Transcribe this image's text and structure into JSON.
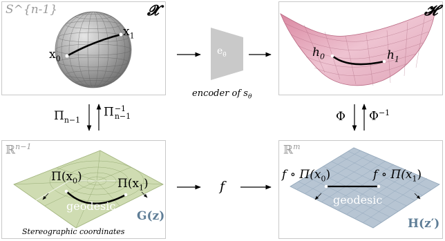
{
  "top_left": {
    "corner_label": "S^{n-1}",
    "space_symbol": "𝓧",
    "point_start": "x",
    "point_start_sub": "0",
    "point_end": "x",
    "point_end_sub": "1"
  },
  "encoder": {
    "symbol": "e",
    "symbol_sub": "θ̃",
    "caption": "encoder of s",
    "caption_sub": "θ"
  },
  "top_right": {
    "space_symbol": "𝓗",
    "point_start": "h",
    "point_start_sub": "0",
    "point_end": "h",
    "point_end_sub": "1"
  },
  "left_arrows": {
    "down_label": "Π",
    "down_label_sub": "n−1",
    "up_label": "Π",
    "up_label_sup": "−1",
    "up_label_sub": "n−1"
  },
  "right_arrows": {
    "down_label": "Φ",
    "up_label": "Φ",
    "up_label_sup": "−1"
  },
  "bottom_left": {
    "corner_label": "ℝ",
    "corner_sup": "n−1",
    "point_start": "Π(x",
    "point_start_sub": "0",
    "point_start_close": ")",
    "point_end": "Π(x",
    "point_end_sub": "1",
    "point_end_close": ")",
    "curve_label": "geodesic",
    "space_label": "G(z)",
    "caption": "Stereographic coordinates"
  },
  "middle_bottom": {
    "map_label": "f"
  },
  "bottom_right": {
    "corner_label": "ℝ",
    "corner_sup": "m",
    "point_start": "f ∘ Π(x",
    "point_start_sub": "0",
    "point_start_close": ")",
    "point_end": "f ∘ Π(x",
    "point_end_sub": "1",
    "point_end_close": ")",
    "curve_label": "geodesic",
    "space_label": "H(z′)"
  },
  "colors": {
    "panel_border": "#c8c8c8",
    "corner_gray": "#9a9a9a",
    "sphere": "#a8a8a8",
    "pink_surface": "#e8b4c4",
    "green_plane": "#cfdcb2",
    "blue_plane": "#b7c5d3",
    "space_label_blue": "#5e7d96"
  }
}
